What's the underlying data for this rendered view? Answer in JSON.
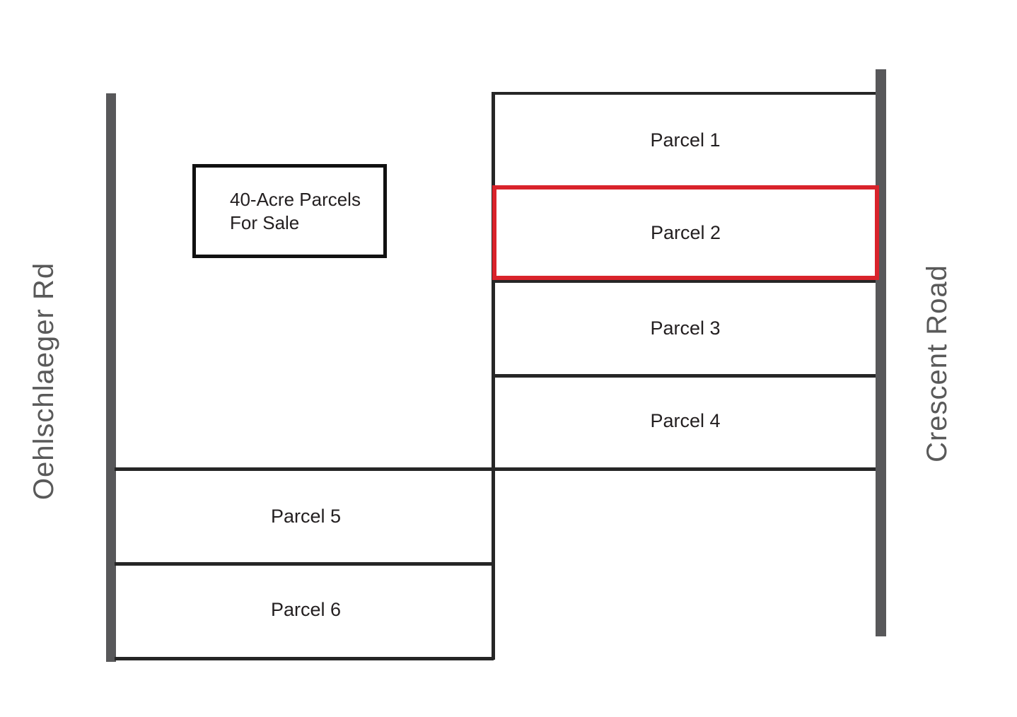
{
  "legend": {
    "line1": "40-Acre Parcels",
    "line2": "For Sale"
  },
  "roads": {
    "left_label": "Oehlschlaeger Rd",
    "right_label": "Crescent Road"
  },
  "parcels": [
    {
      "label": "Parcel 1",
      "highlighted": false
    },
    {
      "label": "Parcel 2",
      "highlighted": true
    },
    {
      "label": "Parcel 3",
      "highlighted": false
    },
    {
      "label": "Parcel 4",
      "highlighted": false
    },
    {
      "label": "Parcel 5",
      "highlighted": false
    },
    {
      "label": "Parcel 6",
      "highlighted": false
    }
  ],
  "colors": {
    "background": "#ffffff",
    "parcel_line": "#262626",
    "highlight_border": "#d9232b",
    "road_fill": "#58585a",
    "road_label_text": "#595959",
    "parcel_label_text": "#231f20",
    "legend_border": "#111111"
  }
}
